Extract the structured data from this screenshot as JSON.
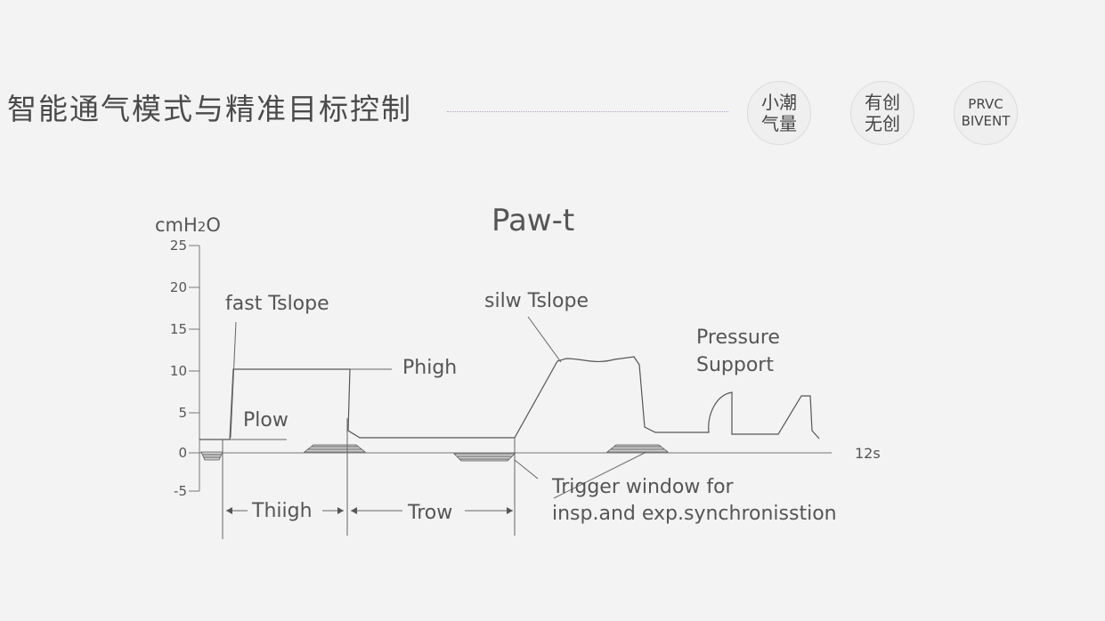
{
  "header": {
    "title": "智能通气模式与精准目标控制",
    "badges": [
      {
        "line1": "小潮",
        "line2": "气量"
      },
      {
        "line1": "有创",
        "line2": "无创"
      },
      {
        "line1": "PRVC",
        "line2": "BIVENT"
      }
    ]
  },
  "diagram": {
    "title": "Paw-t",
    "y_unit": "cmH2O",
    "y_ticks": [
      "25",
      "20",
      "15",
      "10",
      "5",
      "0",
      "-5"
    ],
    "x_end_label": "12s",
    "labels": {
      "fast_tslope": "fast Tslope",
      "phigh": "Phigh",
      "plow": "Plow",
      "silw_tslope": "silw Tslope",
      "pressure_support_1": "Pressure",
      "pressure_support_2": "Support",
      "trigger_1": "Trigger window for",
      "trigger_2": "insp.and exp.synchronisstion",
      "thigh": "Thiigh",
      "trow": "Trow"
    }
  },
  "colors": {
    "background": "#f3f3f3",
    "text": "#444444",
    "rule": "#b9a3c8"
  }
}
